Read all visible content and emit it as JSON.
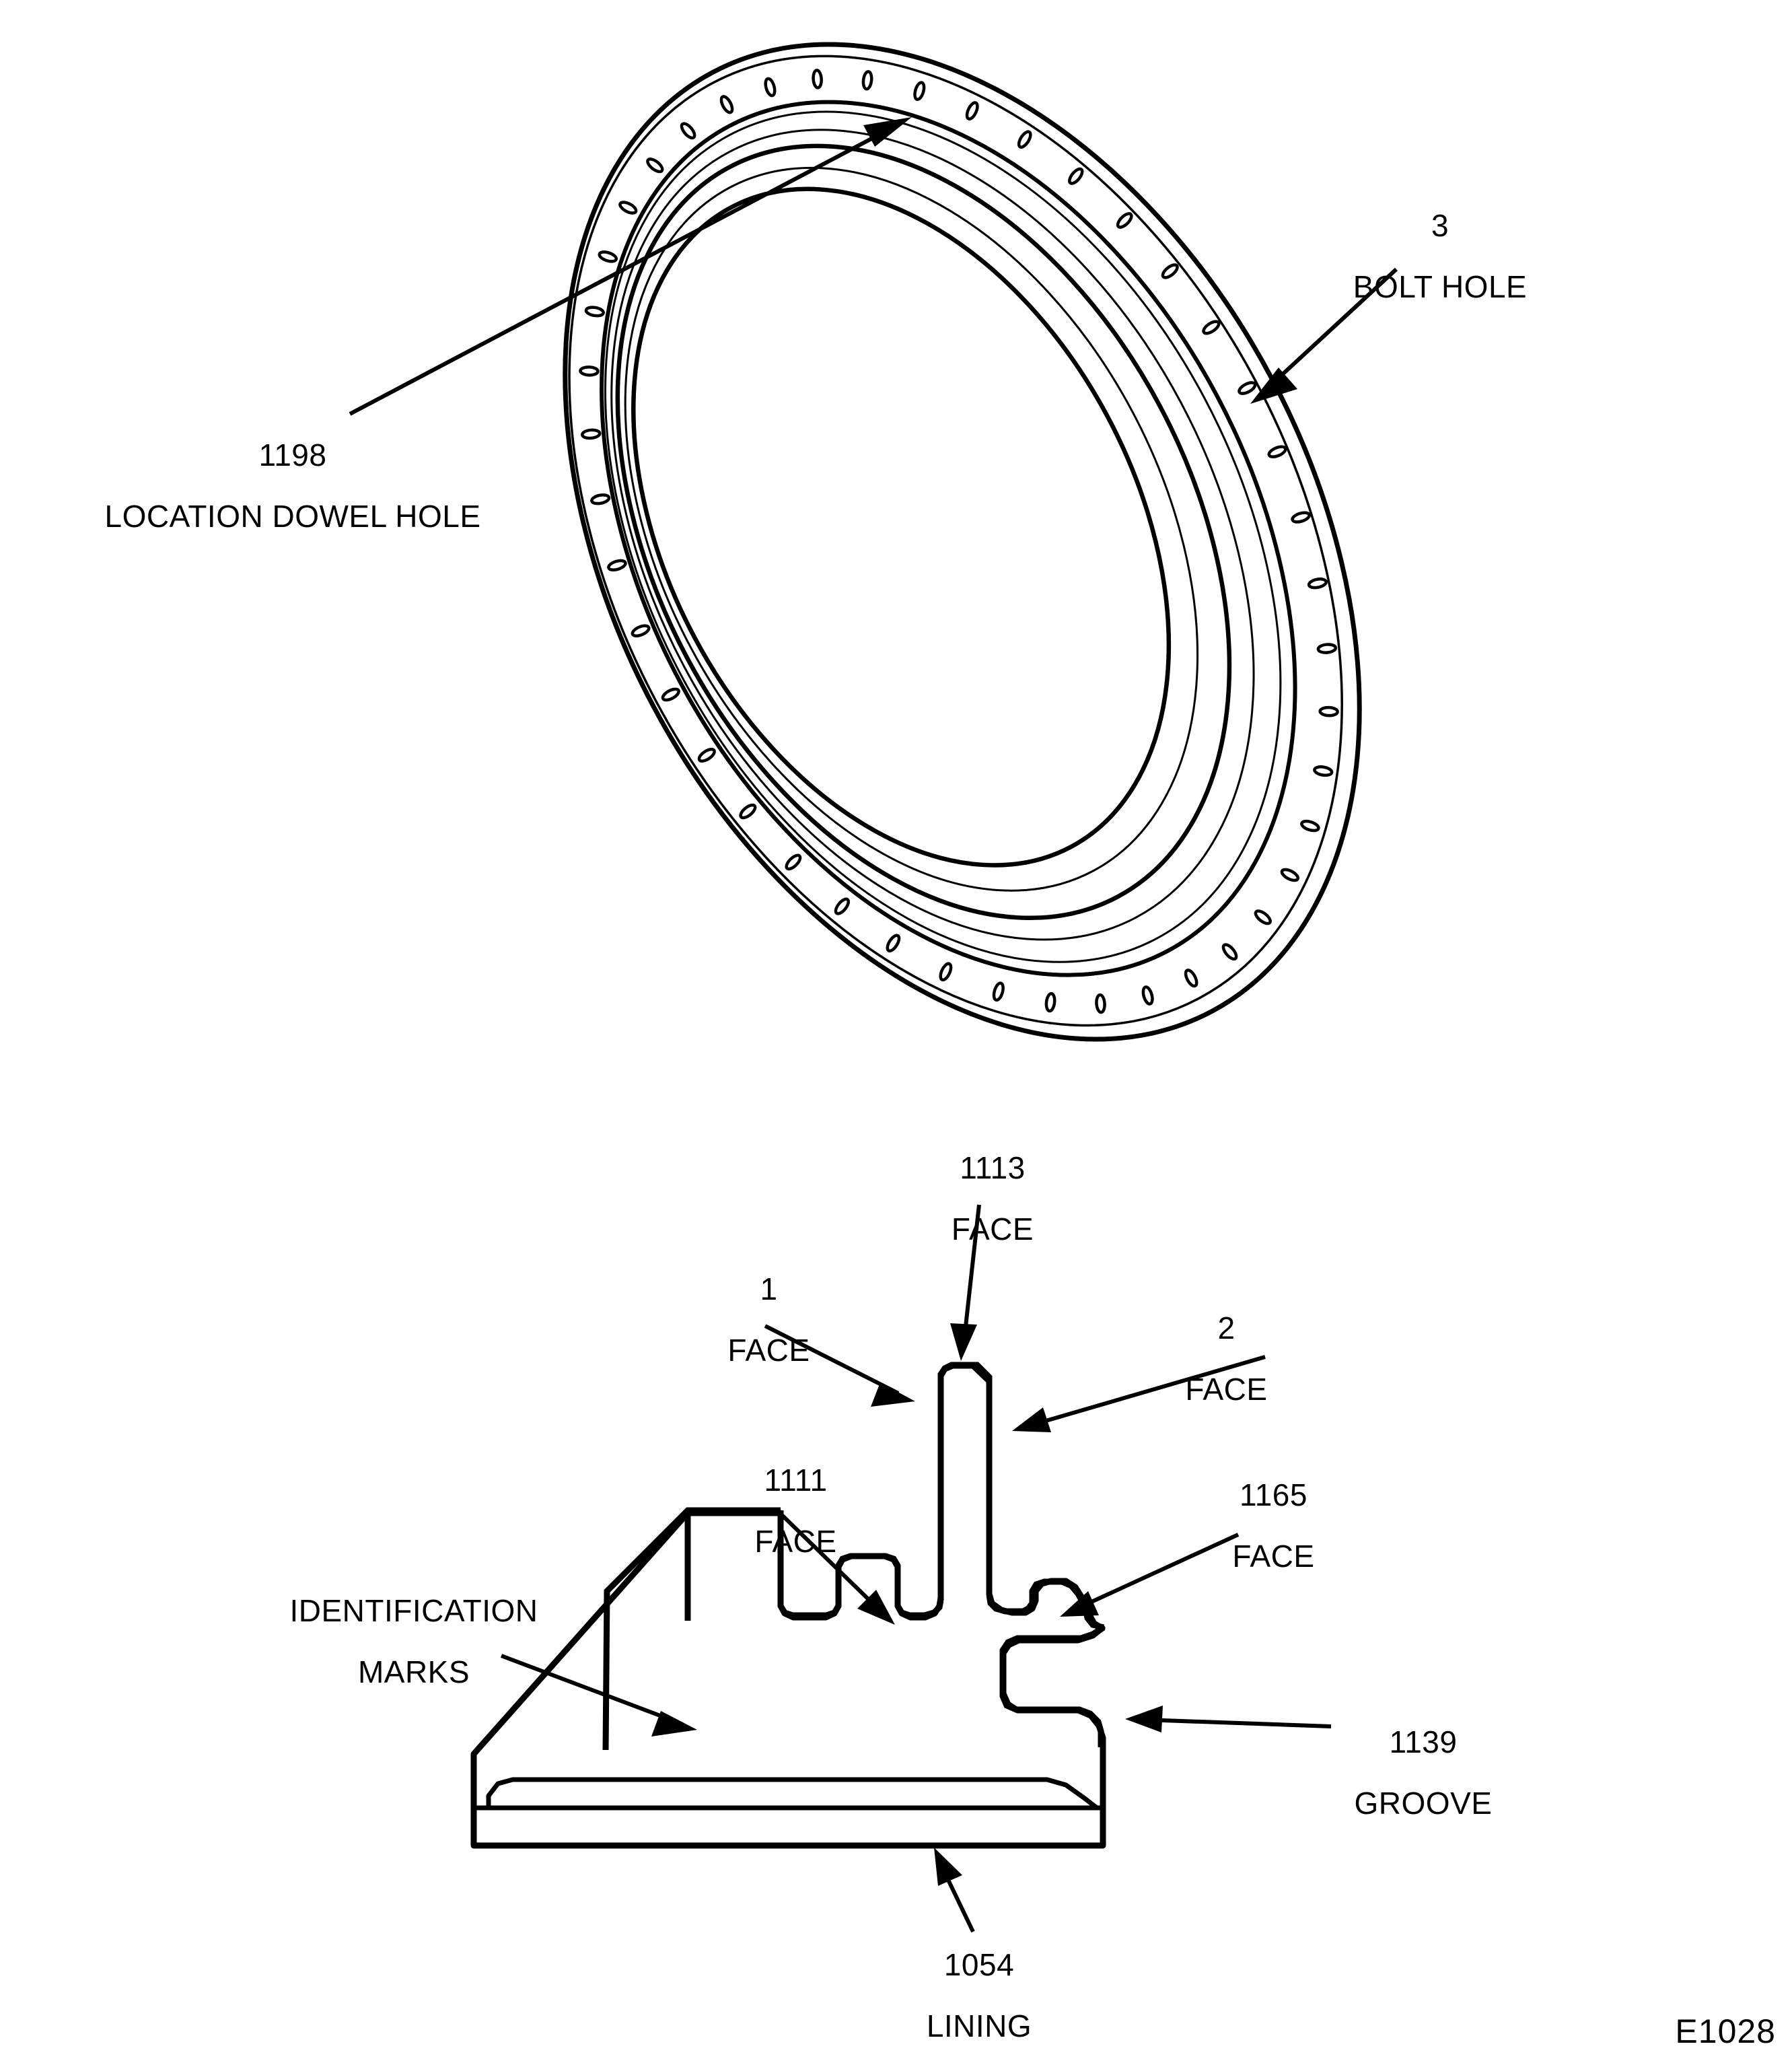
{
  "drawing": {
    "code": "E1028",
    "views": {
      "isometric": {
        "name": "flange-ring-isometric-view"
      },
      "section": {
        "name": "flange-ring-cross-section-view"
      }
    }
  },
  "labels": {
    "location_dowel_hole": {
      "number": "1198",
      "text": "LOCATION DOWEL HOLE"
    },
    "bolt_hole": {
      "number": "3",
      "text": "BOLT HOLE"
    },
    "face_1113": {
      "number": "1113",
      "text": "FACE"
    },
    "face_1": {
      "number": "1",
      "text": "FACE"
    },
    "face_2": {
      "number": "2",
      "text": "FACE"
    },
    "face_1111": {
      "number": "1111",
      "text": "FACE"
    },
    "face_1165": {
      "number": "1165",
      "text": "FACE"
    },
    "identification_marks": {
      "line1": "IDENTIFICATION",
      "line2": "MARKS"
    },
    "groove_1139": {
      "number": "1139",
      "text": "GROOVE"
    },
    "lining_1054": {
      "number": "1054",
      "text": "LINING"
    }
  },
  "style": {
    "ink": "#000000",
    "paper": "#ffffff"
  },
  "geometry": {
    "bolt_hole_count": 44,
    "ring_rings": 6
  }
}
